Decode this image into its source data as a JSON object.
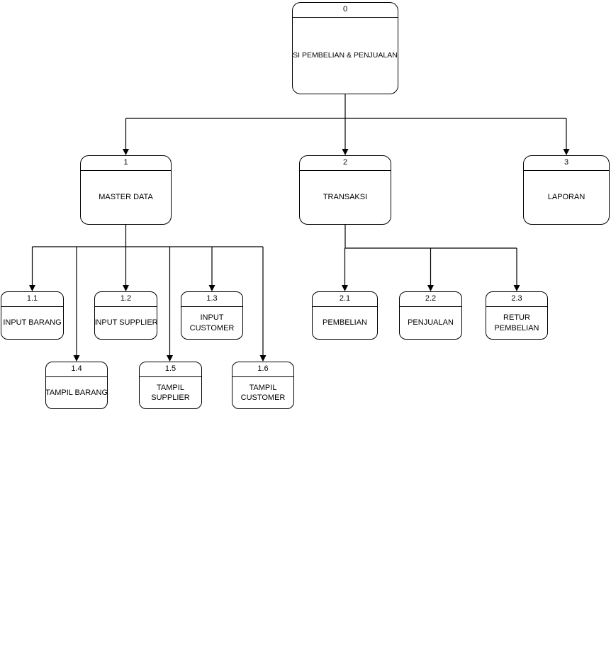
{
  "diagram": {
    "background_color": "#ffffff",
    "line_color": "#000000",
    "nodes": {
      "n0": {
        "number": "0",
        "label": "SI PEMBELIAN & PENJUALAN"
      },
      "n1": {
        "number": "1",
        "label": "MASTER DATA"
      },
      "n2": {
        "number": "2",
        "label": "TRANSAKSI"
      },
      "n3": {
        "number": "3",
        "label": "LAPORAN"
      },
      "n11": {
        "number": "1.1",
        "label": "INPUT BARANG"
      },
      "n12": {
        "number": "1.2",
        "label": "INPUT SUPPLIER"
      },
      "n13": {
        "number": "1.3",
        "label": "INPUT\nCUSTOMER"
      },
      "n14": {
        "number": "1.4",
        "label": "TAMPIL BARANG"
      },
      "n15": {
        "number": "1.5",
        "label": "TAMPIL\nSUPPLIER"
      },
      "n16": {
        "number": "1.6",
        "label": "TAMPIL\nCUSTOMER"
      },
      "n21": {
        "number": "2.1",
        "label": "PEMBELIAN"
      },
      "n22": {
        "number": "2.2",
        "label": "PENJUALAN"
      },
      "n23": {
        "number": "2.3",
        "label": "RETUR\nPEMBELIAN"
      }
    }
  }
}
